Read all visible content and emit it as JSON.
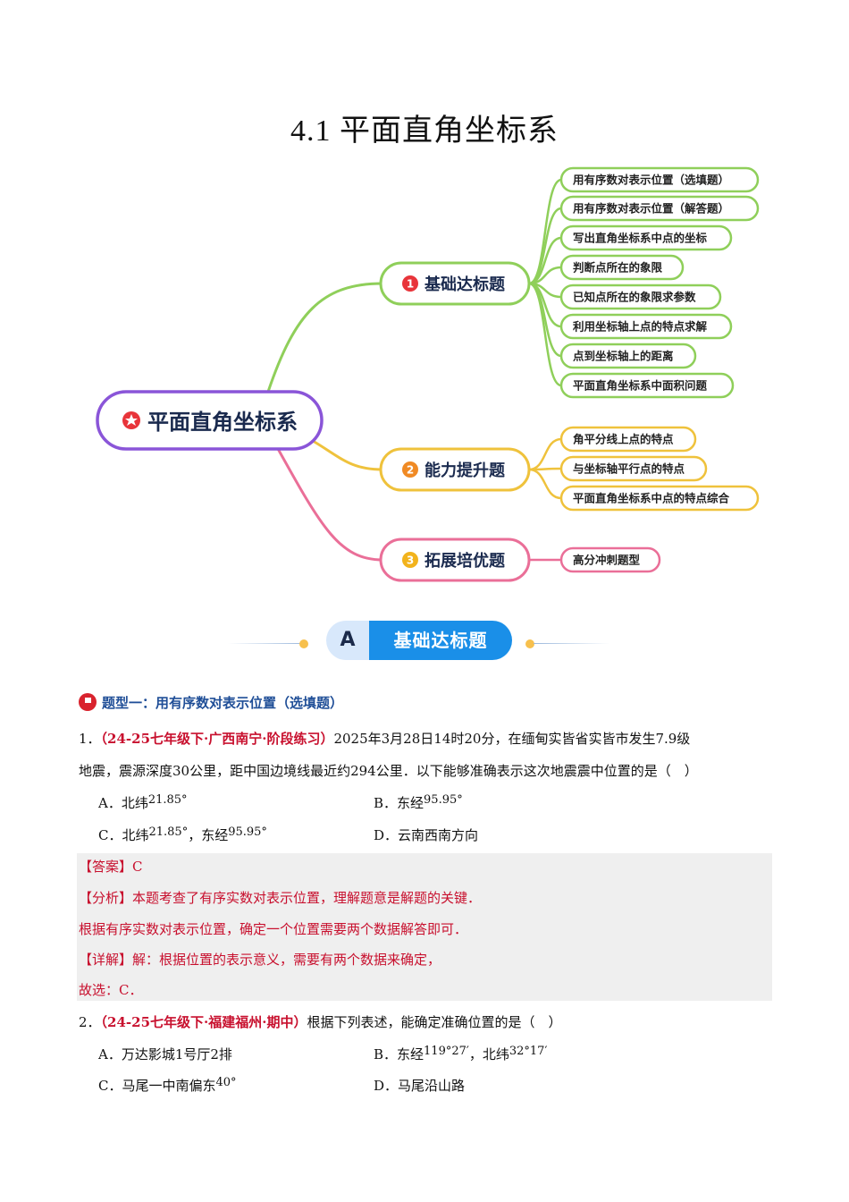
{
  "title": "4.1  平面直角坐标系",
  "mindmap": {
    "root": "平面直角坐标系",
    "branches": [
      {
        "num": "1",
        "label": "基础达标题",
        "color": "#8fcf5a",
        "leaves": [
          "用有序数对表示位置（选填题）",
          "用有序数对表示位置（解答题）",
          "写出直角坐标系中点的坐标",
          "判断点所在的象限",
          "已知点所在的象限求参数",
          "利用坐标轴上点的特点求解",
          "点到坐标轴上的距离",
          "平面直角坐标系中面积问题"
        ]
      },
      {
        "num": "2",
        "label": "能力提升题",
        "color": "#efc23c",
        "leaves": [
          "角平分线上点的特点",
          "与坐标轴平行点的特点",
          "平面直角坐标系中点的特点综合"
        ]
      },
      {
        "num": "3",
        "label": "拓展培优题",
        "color": "#ea6f98",
        "leaves": [
          "高分冲刺题型"
        ]
      }
    ]
  },
  "section_banner": {
    "letter": "A",
    "label": "基础达标题"
  },
  "type_heading": "题型一：用有序数对表示位置（选填题）",
  "q1": {
    "num": "1．",
    "source": "（24-25七年级下·广西南宁·阶段练习）",
    "stem_line1": "2025年3月28日14时20分，在缅甸实皆省实皆市发生7.9级",
    "stem_line2": "地震，震源深度30公里，距中国边境线最近约294公里．以下能够准确表示这次地震震中位置的是（　）",
    "optA_label": "A．北纬",
    "optA_val": "21.85°",
    "optB_label": "B．东经",
    "optB_val": "95.95°",
    "optC_label1": "C．北纬",
    "optC_val1": "21.85°",
    "optC_mid": "，东经",
    "optC_val2": "95.95°",
    "optD": "D．云南西南方向"
  },
  "q1_answer": {
    "answer_tag": "【答案】",
    "answer": "C",
    "analysis_tag": "【分析】",
    "analysis": "本题考查了有序实数对表示位置，理解题意是解题的关键．",
    "analysis2": "根据有序实数对表示位置，确定一个位置需要两个数据解答即可．",
    "detail_tag": "【详解】",
    "detail": "解：根据位置的表示意义，需要有两个数据来确定，",
    "choice": "故选：C．"
  },
  "q2": {
    "num": "2．",
    "source": "（24-25七年级下·福建福州·期中）",
    "stem": "根据下列表述，能确定准确位置的是（　）",
    "optA": "A．万达影城1号厅2排",
    "optB_label": "B．东经",
    "optB_val1": "119°27′",
    "optB_mid": "，北纬",
    "optB_val2": "32°17′",
    "optC_label": "C．马尾一中南偏东",
    "optC_val": "40°",
    "optD": "D．马尾沿山路"
  }
}
